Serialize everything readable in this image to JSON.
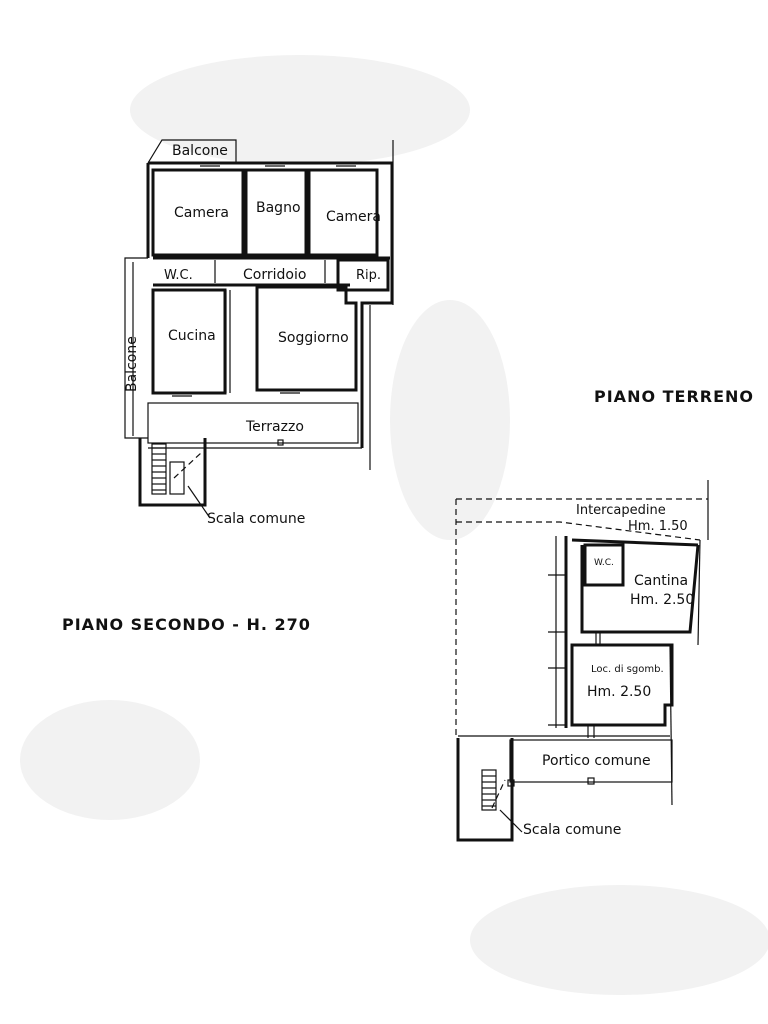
{
  "second_floor": {
    "title": "PIANO SECONDO - H. 270",
    "rooms": {
      "balcone_top": "Balcone",
      "camera_left": "Camera",
      "bagno": "Bagno",
      "camera_right": "Camera",
      "wc": "W.C.",
      "corridoio": "Corridoio",
      "ripostiglio": "Rip.",
      "cucina": "Cucina",
      "soggiorno": "Soggiorno",
      "balcone_side": "Balcone",
      "terrazzo": "Terrazzo"
    },
    "stair_label": "Scala comune"
  },
  "ground_floor": {
    "title": "PIANO TERRENO",
    "rooms": {
      "intercapedine": "Intercapedine",
      "intercapedine_height": "Hm. 1.50",
      "wc": "W.C.",
      "cantina": "Cantina",
      "cantina_height": "Hm. 2.50",
      "sgombero": "Loc. di sgomb.",
      "sgombero_height": "Hm. 2.50",
      "portico": "Portico comune"
    },
    "stair_label": "Scala comune"
  }
}
